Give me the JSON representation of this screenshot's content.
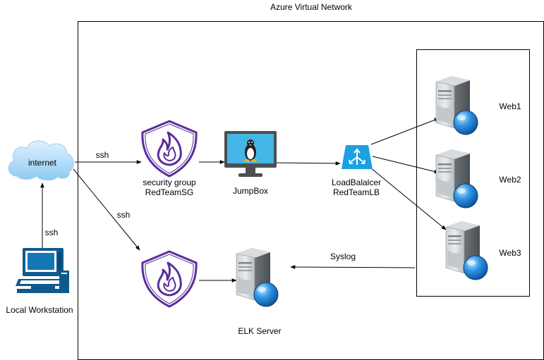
{
  "title": "Azure Virtual Network",
  "nodes": {
    "internet": "internet",
    "workstation": "Local Workstation",
    "sg_line1": "security group",
    "sg_line2": "RedTeamSG",
    "jumpbox": "JumpBox",
    "lb_line1": "LoadBalalcer",
    "lb_line2": "RedTeamLB",
    "web1": "Web1",
    "web2": "Web2",
    "web3": "Web3",
    "elk": "ELK Server"
  },
  "edges": {
    "ssh_workstation": "ssh",
    "ssh_sg": "ssh",
    "ssh_elk_sg": "ssh",
    "syslog": "Syslog"
  },
  "colors": {
    "shield": "#5b2d9c",
    "flame": "#5b2d9c",
    "cloud": "#8ecaf0",
    "monitor_screen": "#45b5e6",
    "lb": "#1ba1e2",
    "workstation": "#0f5a8c",
    "server": "#9aa0a6",
    "globe": "#1e7fd6"
  },
  "icons": {
    "internet": "cloud-icon",
    "workstation": "workstation-icon",
    "security_group": "firewall-shield-icon",
    "jumpbox": "linux-monitor-icon",
    "load_balancer": "load-balancer-icon",
    "server": "server-globe-icon"
  }
}
